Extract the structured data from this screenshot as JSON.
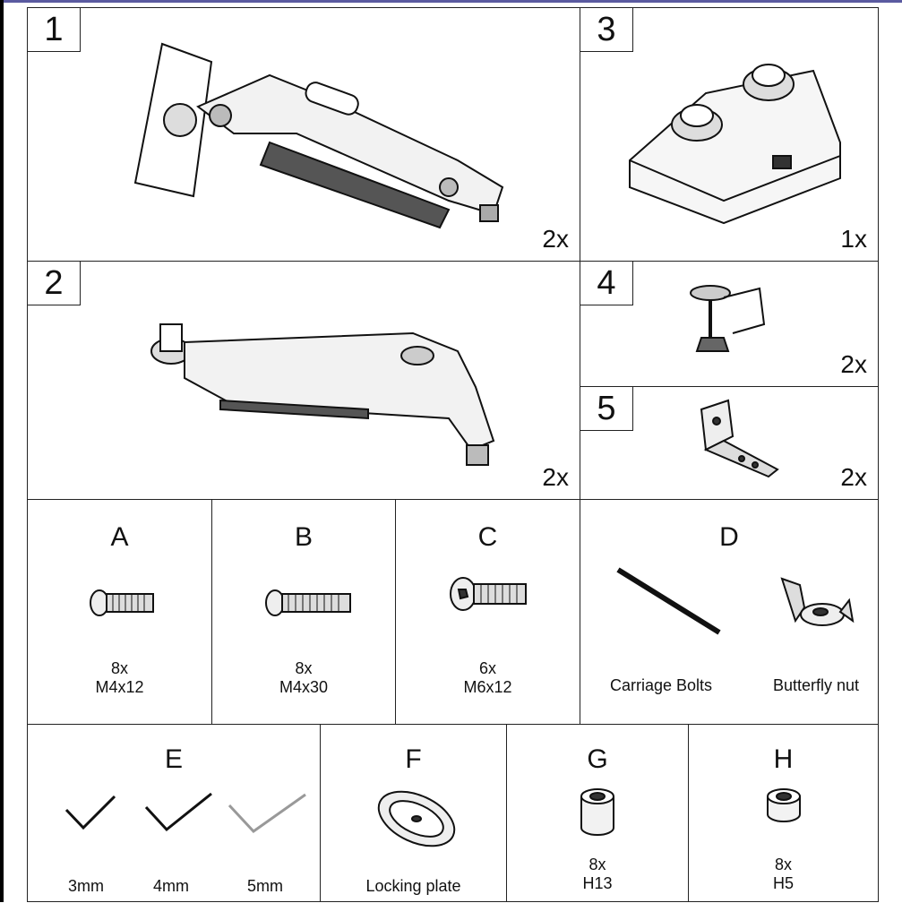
{
  "parts": [
    {
      "number": "1",
      "qty": "2x"
    },
    {
      "number": "3",
      "qty": "1x"
    },
    {
      "number": "2",
      "qty": "2x"
    },
    {
      "number": "4",
      "qty": "2x"
    },
    {
      "number": "5",
      "qty": "2x"
    }
  ],
  "hardware_row1": {
    "A": {
      "letter": "A",
      "qty": "8x",
      "size": "M4x12"
    },
    "B": {
      "letter": "B",
      "qty": "8x",
      "size": "M4x30"
    },
    "C": {
      "letter": "C",
      "qty": "6x",
      "size": "M6x12"
    },
    "D": {
      "letter": "D",
      "label1": "Carriage Bolts",
      "label2": "Butterfly nut"
    }
  },
  "hardware_row2": {
    "E": {
      "letter": "E",
      "sizes": [
        "3mm",
        "4mm",
        "5mm"
      ]
    },
    "F": {
      "letter": "F",
      "label": "Locking plate"
    },
    "G": {
      "letter": "G",
      "qty": "8x",
      "size": "H13"
    },
    "H": {
      "letter": "H",
      "qty": "8x",
      "size": "H5"
    }
  },
  "icons": [
    "monitor-arm-icon",
    "base-icon",
    "pole-arm-icon",
    "clamp-icon",
    "bracket-icon",
    "screw-icon",
    "allen-key-icon",
    "locking-plate-icon",
    "spacer-icon",
    "wing-nut-icon",
    "carriage-bolt-icon"
  ]
}
